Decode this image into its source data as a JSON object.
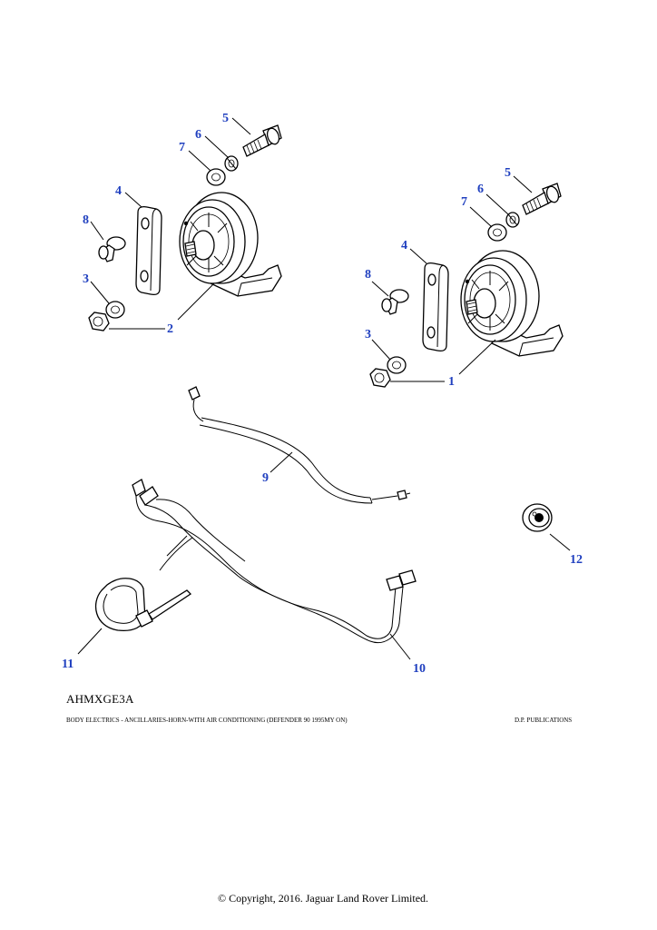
{
  "diagram": {
    "callouts": {
      "c1": "1",
      "c2": "2",
      "c3a": "3",
      "c3b": "3",
      "c4a": "4",
      "c4b": "4",
      "c5a": "5",
      "c5b": "5",
      "c6a": "6",
      "c6b": "6",
      "c7a": "7",
      "c7b": "7",
      "c8a": "8",
      "c8b": "8",
      "c9": "9",
      "c10": "10",
      "c11": "11",
      "c12": "12"
    },
    "icons": [
      "horn-icon",
      "bolt-icon",
      "washer-icon",
      "nut-icon",
      "bracket-icon",
      "rivet-nut-icon",
      "wiring-harness-icon",
      "cable-tie-icon",
      "grommet-icon"
    ],
    "accent_color": "#1f3fbf"
  },
  "footer": {
    "reference_code": "AHMXGE3A",
    "caption": "BODY ELECTRICS - ANCILLARIES-HORN-WITH AIR CONDITIONING (DEFENDER 90 1995MY ON)",
    "publisher": "D.P. PUBLICATIONS",
    "copyright": "© Copyright, 2016. Jaguar Land Rover Limited."
  }
}
